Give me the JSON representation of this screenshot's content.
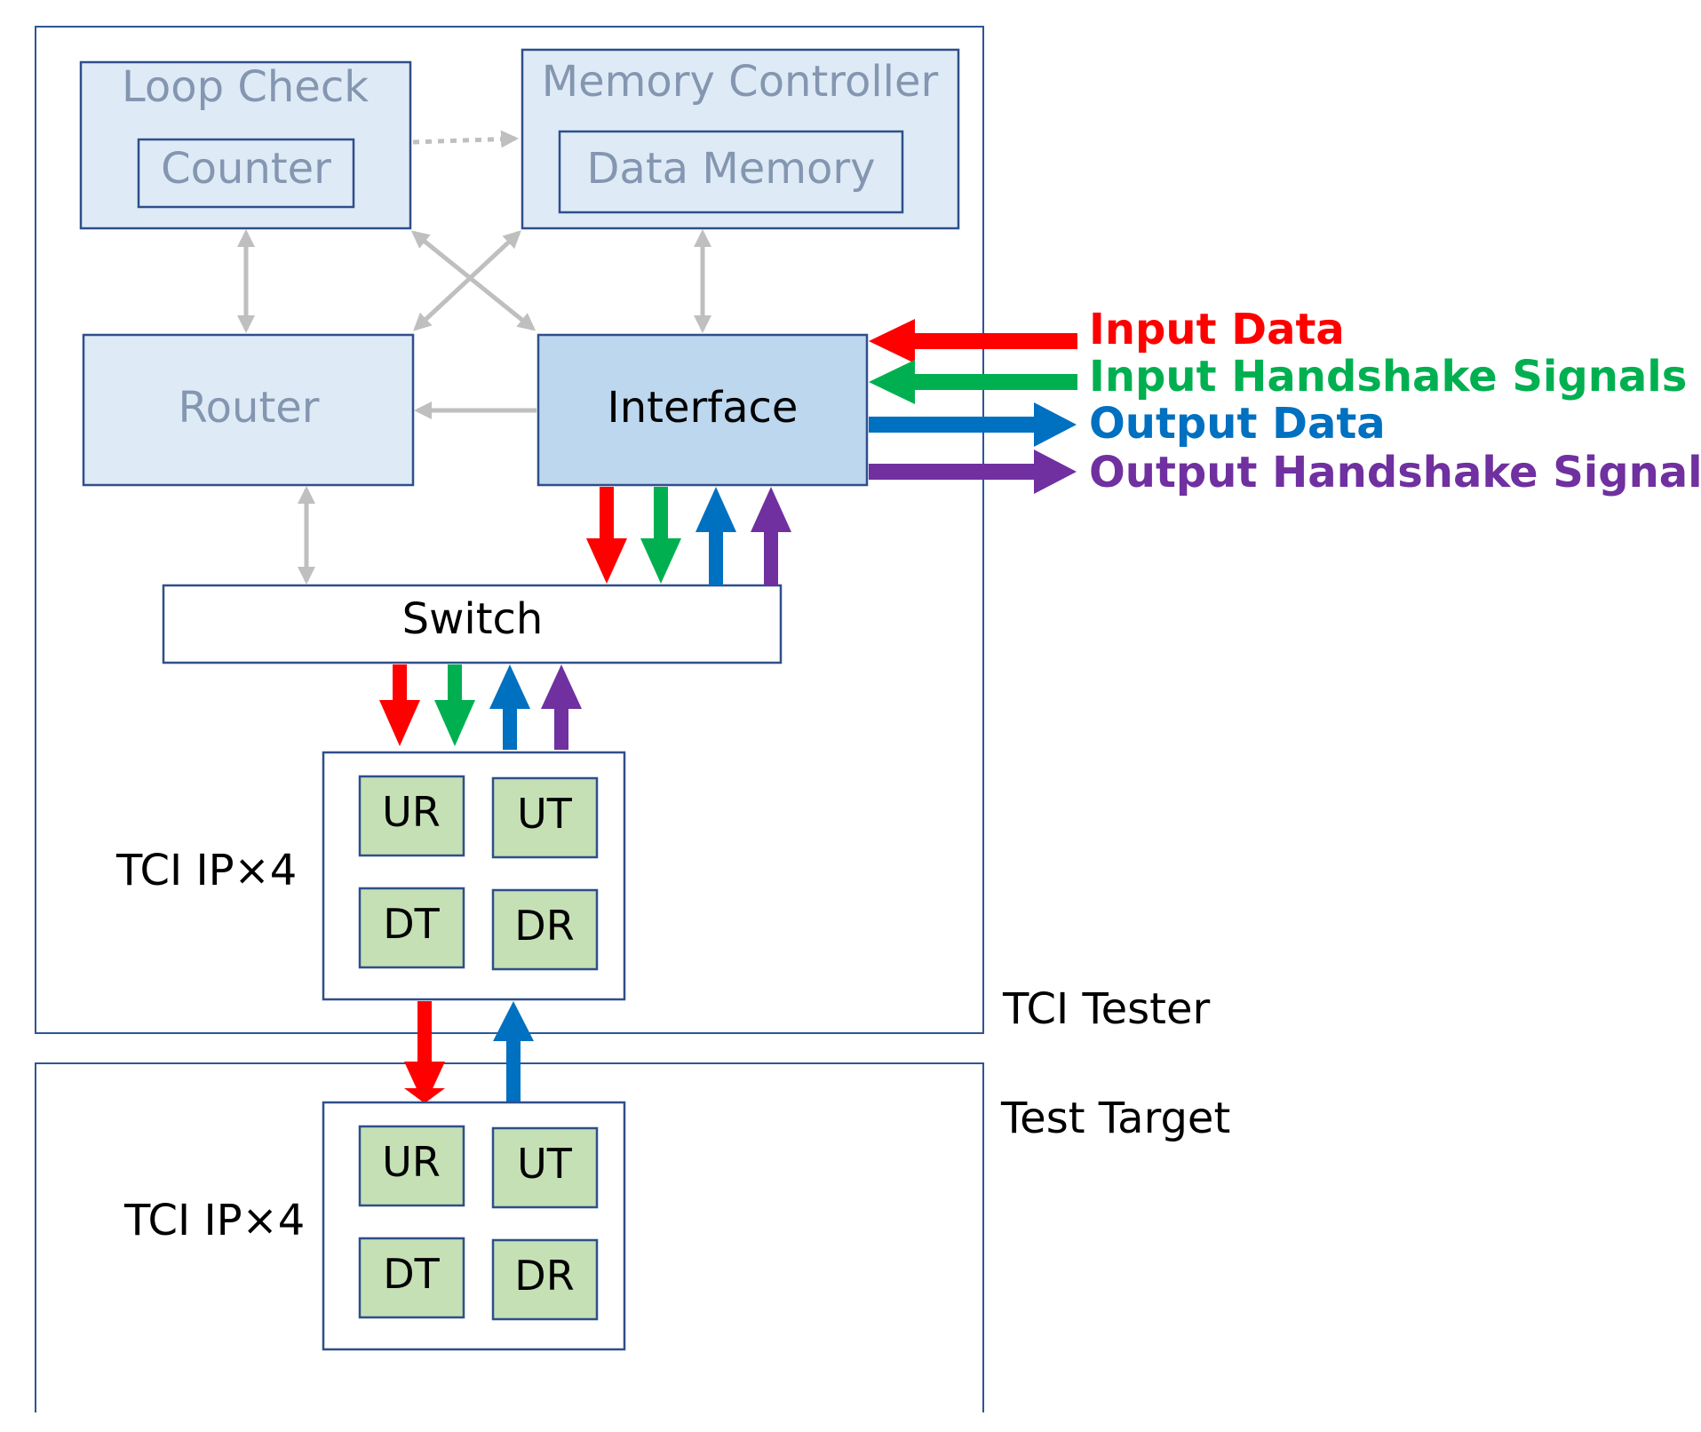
{
  "colors": {
    "frame": "#2e5597",
    "block_fill_light": "#deebf7",
    "block_fill_interface": "#bdd7ee",
    "block_stroke": "#2f4f8a",
    "muted_text": "#8496b0",
    "cell_fill": "#c5e0b4",
    "gray_arrow": "#bfbfbf",
    "red": "#ff0000",
    "green": "#00b050",
    "blue": "#0070c0",
    "purple": "#7030a0"
  },
  "blocks": {
    "loop_check": "Loop Check",
    "counter": "Counter",
    "memory_controller": "Memory Controller",
    "data_memory": "Data Memory",
    "router": "Router",
    "interface": "Interface",
    "switch": "Switch"
  },
  "tci_tester": {
    "label": "TCI Tester",
    "ip_label": "TCI IP×4",
    "cells": [
      "UR",
      "UT",
      "DT",
      "DR"
    ]
  },
  "test_target": {
    "label": "Test Target",
    "ip_label": "TCI IP×4",
    "cells": [
      "UR",
      "UT",
      "DT",
      "DR"
    ]
  },
  "legend": {
    "input_data": "Input Data",
    "input_handshake": "Input Handshake Signals",
    "output_data": "Output Data",
    "output_handshake": "Output Handshake Signals"
  }
}
